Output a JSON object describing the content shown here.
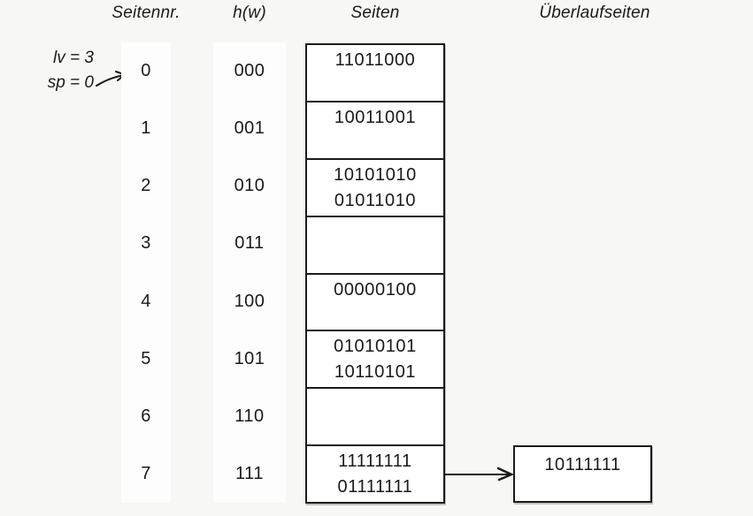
{
  "headers": {
    "seitennr": "Seitennr.",
    "hw": "h(w)",
    "seiten": "Seiten",
    "ueberlaufseiten": "Überlaufseiten"
  },
  "annotation": {
    "lv": "lv = 3",
    "sp": "sp = 0"
  },
  "rows": [
    {
      "page": "0",
      "hash": "000",
      "values": [
        "11011000"
      ]
    },
    {
      "page": "1",
      "hash": "001",
      "values": [
        "10011001"
      ]
    },
    {
      "page": "2",
      "hash": "010",
      "values": [
        "10101010",
        "01011010"
      ]
    },
    {
      "page": "3",
      "hash": "011",
      "values": []
    },
    {
      "page": "4",
      "hash": "100",
      "values": [
        "00000100"
      ]
    },
    {
      "page": "5",
      "hash": "101",
      "values": [
        "01010101",
        "10110101"
      ]
    },
    {
      "page": "6",
      "hash": "110",
      "values": []
    },
    {
      "page": "7",
      "hash": "111",
      "values": [
        "11111111",
        "01111111"
      ]
    }
  ],
  "overflow": {
    "attached_to_page": "7",
    "values": [
      "10111111"
    ]
  },
  "colors": {
    "background": "#f7f7f5",
    "column_strip": "#fdfdfd",
    "box_fill": "#ffffff",
    "line": "#1a1a1a",
    "text": "#1a1a1a"
  }
}
